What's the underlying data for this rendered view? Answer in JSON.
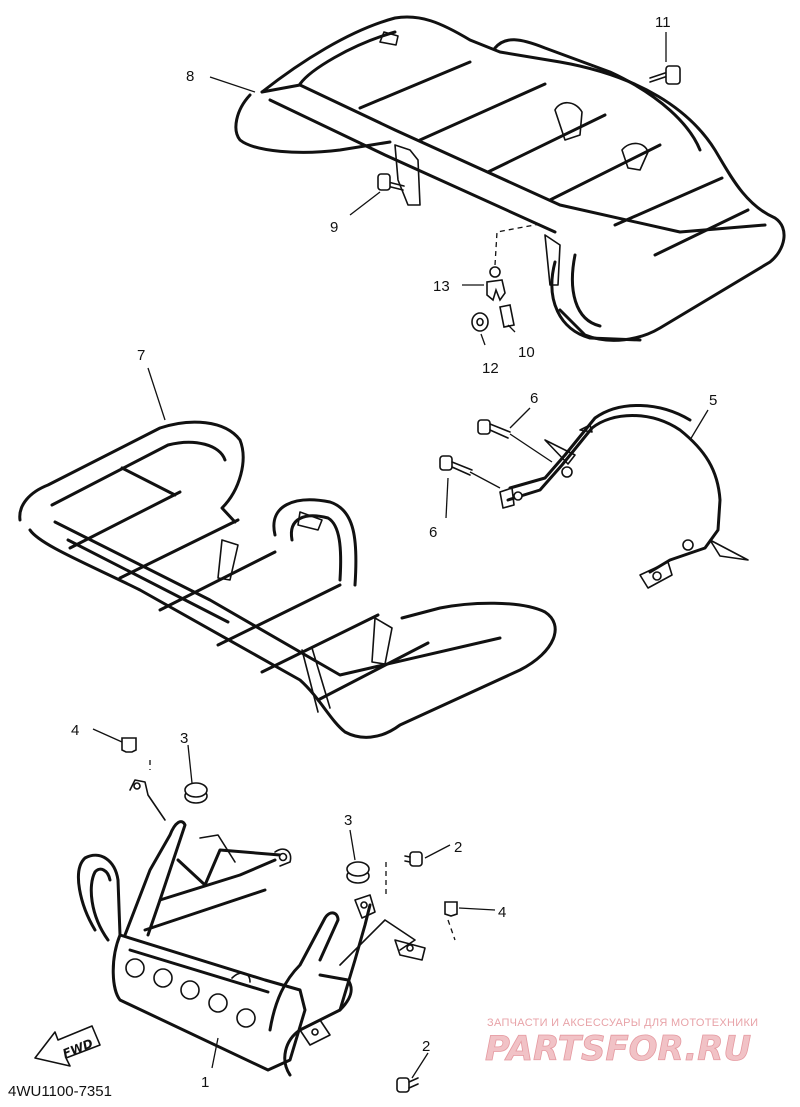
{
  "diagram": {
    "callouts": {
      "p1": "1",
      "p2a": "2",
      "p2b": "2",
      "p3a": "3",
      "p3b": "3",
      "p4a": "4",
      "p4b": "4",
      "p5": "5",
      "p6a": "6",
      "p6b": "6",
      "p7": "7",
      "p8": "8",
      "p9": "9",
      "p10": "10",
      "p11": "11",
      "p12": "12",
      "p13": "13"
    },
    "direction_label": "FWD",
    "part_code": "4WU1100-7351"
  },
  "watermark": {
    "tagline": "ЗАПЧАСТИ И АКСЕССУАРЫ ДЛЯ МОТОТЕХНИКИ",
    "logo": "PARTSFOR.RU"
  }
}
